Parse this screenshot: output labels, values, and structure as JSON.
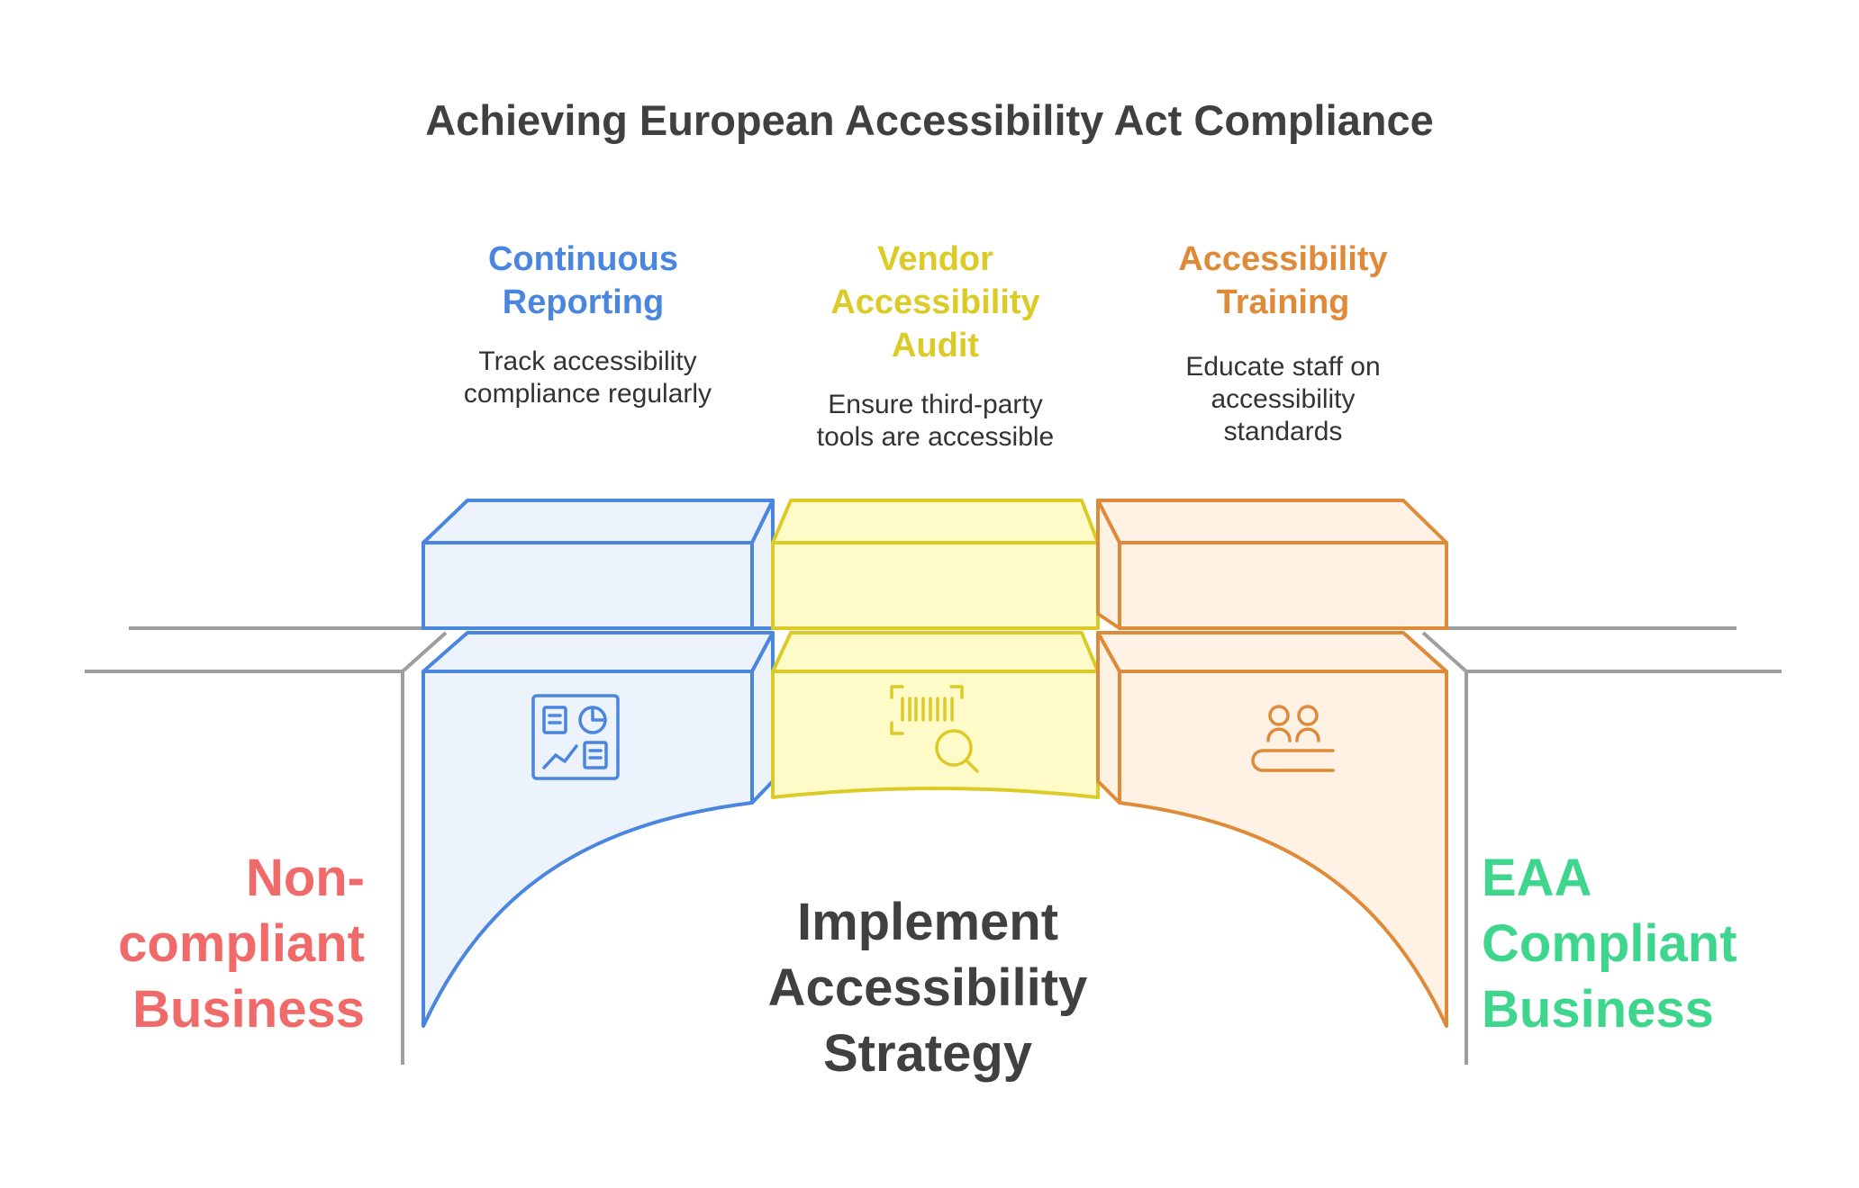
{
  "title": "Achieving European Accessibility Act Compliance",
  "start": {
    "label": "Non-\ncompliant\nBusiness",
    "color": "#f16a6a"
  },
  "end": {
    "label": "EAA\nCompliant\nBusiness",
    "color": "#3dd68c"
  },
  "center": {
    "label": "Implement\nAccessibility\nStrategy",
    "color": "#404040"
  },
  "pillars": [
    {
      "title": "Continuous\nReporting",
      "description": "Track accessibility\ncompliance regularly",
      "icon": "dashboard-icon",
      "stroke": "#4a86e0",
      "fill": "#ecf3fd"
    },
    {
      "title": "Vendor\nAccessibility\nAudit",
      "description": "Ensure third-party\ntools are accessible",
      "icon": "barcode-search-icon",
      "stroke": "#dccb27",
      "fill": "#fefbc8"
    },
    {
      "title": "Accessibility\nTraining",
      "description": "Educate staff on\naccessibility\nstandards",
      "icon": "training-icon",
      "stroke": "#df8a38",
      "fill": "#fff2e4"
    }
  ]
}
